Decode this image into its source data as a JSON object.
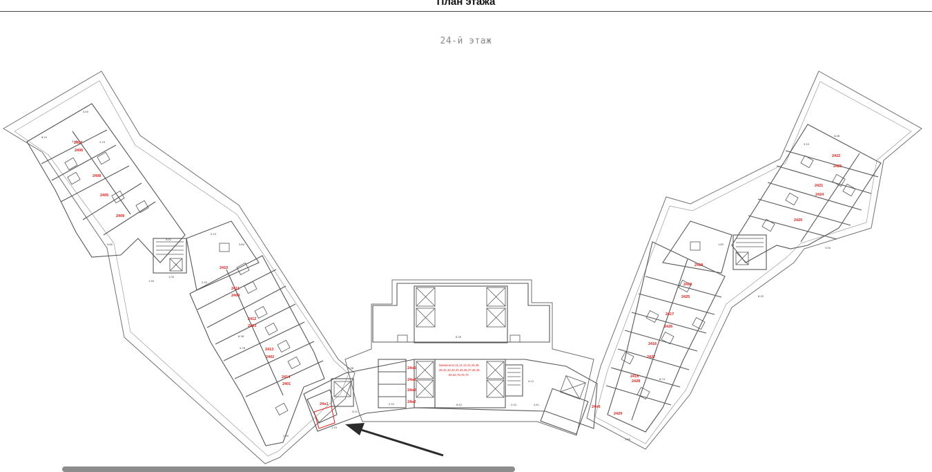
{
  "header": {
    "title": "План этажа"
  },
  "plan": {
    "floor_label": "24-й этаж",
    "note_lines": [
      "Кремачеты:11,12,13,14,15,35",
      "39,41,42,43,44,45,46,47,48,49,",
      "50,52,75,76,70"
    ],
    "apartments": [
      "2407",
      "2406",
      "2408",
      "2405",
      "2409",
      "2410",
      "2411",
      "2404",
      "2412",
      "2403",
      "2413",
      "2402",
      "2414",
      "2401",
      "24н1",
      "24н5",
      "24н4",
      "24н3",
      "24н2",
      "24н6",
      "2422",
      "2423",
      "2421",
      "2424",
      "2420",
      "2419",
      "2418",
      "2425",
      "2417",
      "2426",
      "2416",
      "2427",
      "2415",
      "2428",
      "2429"
    ],
    "dims": [
      "4.45",
      "6.15",
      "3.08",
      "2.19",
      "4.60",
      "5.01",
      "1.00",
      "1.90",
      "5.15",
      "3.84",
      "2.93",
      "6.38",
      "4.76",
      "2.90",
      "5.38",
      "3.21",
      "1.25",
      "6.39",
      "6.42",
      "4.12",
      "3.41",
      "2.02",
      "2.32",
      "1.85",
      "4.48",
      "3.25",
      "6.05",
      "3.50",
      "6.74",
      "1.60"
    ]
  },
  "colors": {
    "apartment_label": "#e0201a",
    "wall": "#6e6e6e",
    "scrollbar": "#8d8d8d"
  }
}
